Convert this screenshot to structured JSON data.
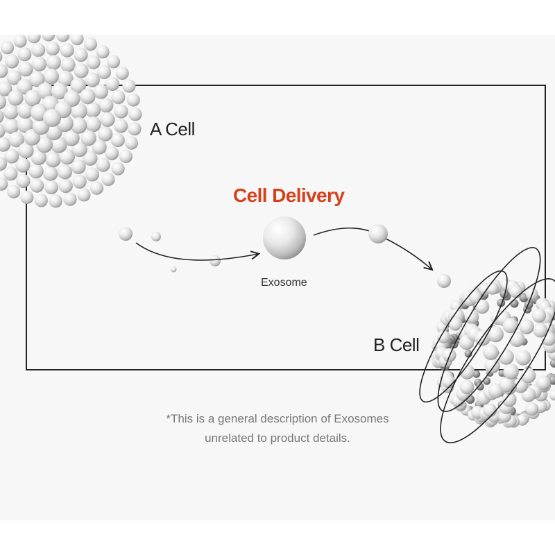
{
  "diagram": {
    "a_cell_label": "A Cell",
    "b_cell_label": "B Cell",
    "delivery_title": "Cell Delivery",
    "exosome_label": "Exosome",
    "disclaimer_line1": "*This is a general description of Exosomes",
    "disclaimer_line2": "unrelated to product details."
  },
  "colors": {
    "accent": "#d6401a",
    "line": "#222222",
    "background": "#f7f7f7",
    "disclaimer_text": "#777777"
  }
}
